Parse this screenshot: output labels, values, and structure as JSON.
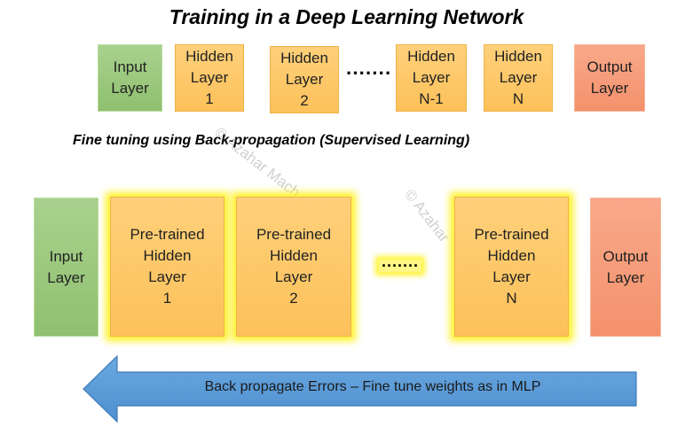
{
  "title": "Training in a Deep Learning Network",
  "subtitle": "Fine tuning using Back-propagation (Supervised Learning)",
  "top_row": {
    "input": "Input\nLayer",
    "hidden1": "Hidden\nLayer\n1",
    "hidden2": "Hidden\nLayer\n2",
    "dots": "·······",
    "hiddenN1": "Hidden\nLayer\nN-1",
    "hiddenN": "Hidden\nLayer\nN",
    "output": "Output\nLayer"
  },
  "bottom_row": {
    "input": "Input\nLayer",
    "pretrained1": "Pre-trained\nHidden\nLayer\n1",
    "pretrained2": "Pre-trained\nHidden\nLayer\n2",
    "dots": "·······",
    "pretrainedN": "Pre-trained\nHidden\nLayer\nN",
    "output": "Output\nLayer"
  },
  "arrow_label": "Back propagate Errors – Fine tune weights as in MLP",
  "watermark1": "© Azahar Mach",
  "watermark2": "© Azahar",
  "colors": {
    "input": "#a9d18e",
    "hidden": "#ffd07a",
    "output": "#f4916c",
    "arrow": "#5b9bd5",
    "glow": "#fff000"
  }
}
